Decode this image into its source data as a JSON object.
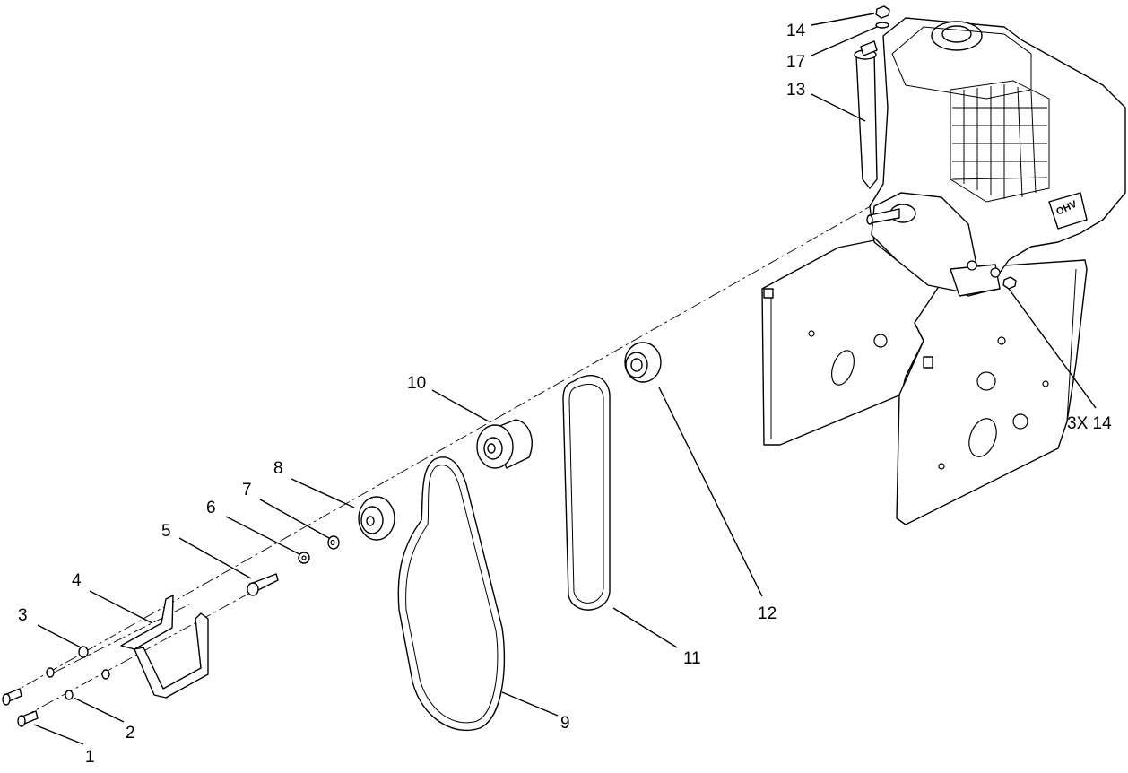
{
  "callouts": [
    {
      "id": "1",
      "text": "1"
    },
    {
      "id": "2",
      "text": "2"
    },
    {
      "id": "3",
      "text": "3"
    },
    {
      "id": "4",
      "text": "4"
    },
    {
      "id": "5",
      "text": "5"
    },
    {
      "id": "6",
      "text": "6"
    },
    {
      "id": "7",
      "text": "7"
    },
    {
      "id": "8",
      "text": "8"
    },
    {
      "id": "9",
      "text": "9"
    },
    {
      "id": "10",
      "text": "10"
    },
    {
      "id": "11",
      "text": "11"
    },
    {
      "id": "12",
      "text": "12"
    },
    {
      "id": "13",
      "text": "13"
    },
    {
      "id": "14a",
      "text": "14"
    },
    {
      "id": "17",
      "text": "17"
    },
    {
      "id": "14b",
      "text": "3X 14"
    }
  ],
  "engine_badge": "OHV",
  "colors": {
    "line": "#000000",
    "background": "#ffffff"
  }
}
